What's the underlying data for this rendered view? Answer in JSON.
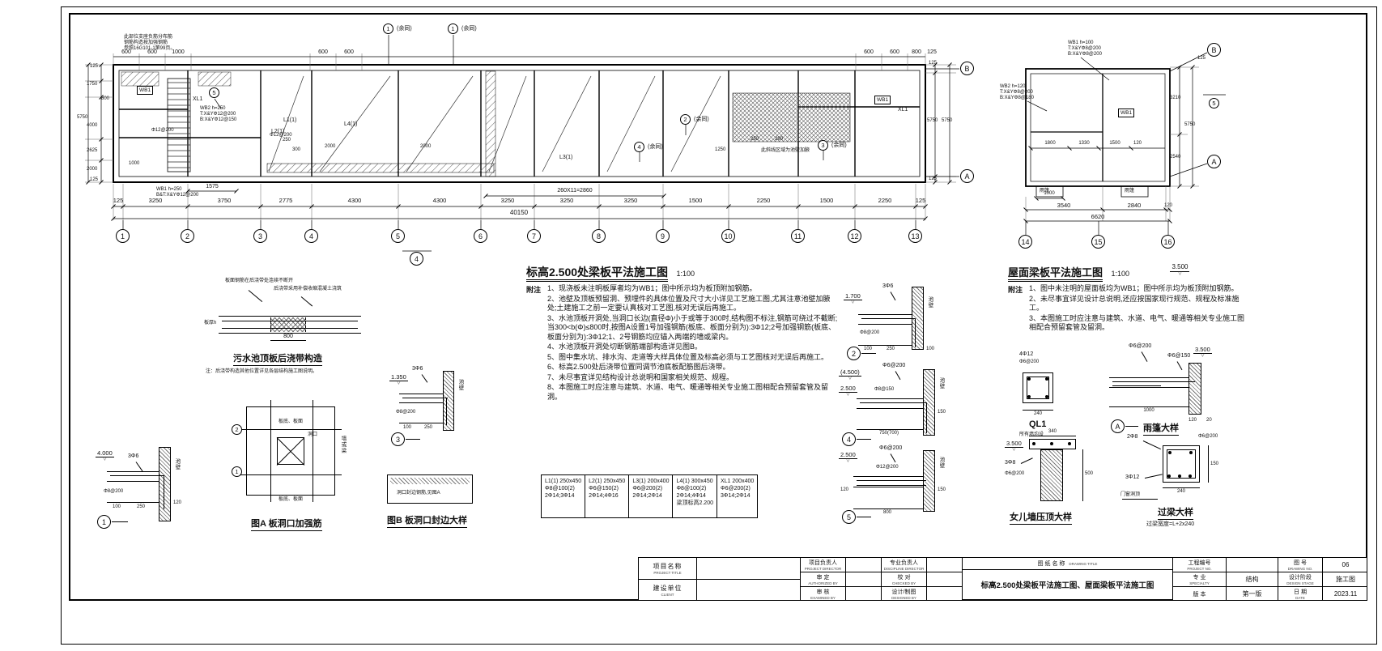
{
  "symbols": {
    "tri": "▽"
  },
  "main_plan": {
    "grids": [
      "1",
      "2",
      "3",
      "4",
      "5",
      "6",
      "7",
      "8",
      "9",
      "10",
      "11",
      "12",
      "13"
    ],
    "row_top": "B",
    "row_bottom": "A",
    "yutong": "(余同)",
    "c1": "1",
    "c2": "2",
    "c3": "3",
    "c4": "4",
    "c5": "5",
    "section": "4",
    "corner_note": [
      "此部位支座负筋分布筋",
      "钢筋构造按加强钢筋",
      "参照16G101-1第99页。"
    ],
    "top_dims": [
      "600",
      "600",
      "1000",
      "600",
      "600",
      "600",
      "600",
      "800",
      "125"
    ],
    "bottom_dims": [
      "125",
      "3250",
      "3750",
      "2775",
      "4300",
      "4300",
      "3250",
      "3250",
      "3250",
      "1500",
      "2250",
      "1500",
      "2250",
      "125"
    ],
    "total_dim": "40150",
    "sub_dim": "260X11=2860",
    "dim_1575": "1575",
    "left_dims": [
      "125",
      "1750",
      "800",
      "5750",
      "4000",
      "2625",
      "2000",
      "125"
    ],
    "right_dims": [
      "125",
      "5750",
      "5750",
      "125"
    ],
    "labels": {
      "xl1_l": "XL1",
      "xl1_r": "XL1",
      "wb1_box": "WB1",
      "wb1_box_r": "WB1",
      "wb2_1": "WB2 h=250",
      "wb2_2": "T:X&YΦ12@200",
      "wb2_3": "B:X&YΦ12@150",
      "rebar_a": "Φ12@200",
      "rebar_b": "Φ12@200",
      "l1": "L1(1)",
      "l2": "L2(1)",
      "l3": "L3(1)",
      "l4": "L4(1)",
      "wb1_n1": "WB1 h=250",
      "wb1_n2": "B&T:X&YΦ12@200",
      "haunch": "此斜线区域为池壁加腋",
      "d250a": "250",
      "d300": "300",
      "d2000a": "2000",
      "d2000b": "2000",
      "d250b": "250",
      "d290": "290",
      "d1250": "1250",
      "d1000": "1000"
    }
  },
  "roof_plan": {
    "grids": [
      "14",
      "15",
      "16"
    ],
    "row_top": "B",
    "row_bottom": "A",
    "c5": "5",
    "wb1_note": [
      "WB1 h=100",
      "T:X&YΦ8@200",
      "B:X&YΦ8@200"
    ],
    "wb2_note": [
      "WB2 h=120",
      "T:X&YΦ8@200",
      "B:X&YΦ8@180"
    ],
    "wb1_box": "WB1",
    "canopy": "雨篷",
    "inner_dims": [
      "1800",
      "1330",
      "1500",
      "120"
    ],
    "canopy_dim": "1000",
    "bottom_dims": [
      "3540",
      "2840",
      "120"
    ],
    "total_dim": "6620",
    "right_dims": [
      "3210",
      "2540",
      "5750",
      "125"
    ]
  },
  "notes_main": {
    "caption": "标高2.500处梁板平法施工图",
    "scale": "1:100",
    "heading": "附注",
    "items": [
      "1、现浇板未注明板厚者均为WB1；图中所示均为板顶附加钢筋。",
      "2、池壁及顶板预留洞、预埋件的具体位置及尺寸大小详见工艺施工图,尤其注意池壁加腋处;土建施工之前一定要认真核对工艺图,核对无误后再施工。",
      "3、水池顶板开洞处,当洞口长边(直径Φ)小于或等于300时,结构图不标注,钢筋可绕过不截断;当300<b(Φ)≤800时,按图A设置1号加强钢筋(板底、板面分别为):3Φ12;2号加强钢筋(板底、板面分别为):3Φ12;1、2号钢筋均应锚入两端的墙或梁内。",
      "4、水池顶板开洞处切断钢筋端部构造详见图B。",
      "5、图中集水坑、排水沟、走道等大样具体位置及标高必须与工艺图核对无误后再施工。",
      "6、标高2.500处后浇带位置同调节池底板配筋图后浇带。",
      "7、未尽事宜详见结构设计总说明和国家相关规范、规程。",
      "8、本图施工时应注意与建筑、水道、电气、暖通等相关专业施工图相配合预留套管及留洞。"
    ]
  },
  "notes_roof": {
    "caption": "屋面梁板平法施工图",
    "scale": "1:100",
    "level": "3.500",
    "heading": "附注",
    "items": [
      "1、图中未注明的屋面板均为WB1；图中所示均为板顶附加钢筋。",
      "2、未尽事宜详见设计总说明,还应按国家现行规范、规程及标准施工。",
      "3、本图施工时应注意与建筑、水道、电气、暖通等相关专业施工图相配合预留套管及留洞。"
    ]
  },
  "beam_schedule": [
    [
      "L1(1) 250x450",
      "Φ8@100(2)",
      "2Φ14;3Φ14"
    ],
    [
      "L2(1) 250x450",
      "Φ6@150(2)",
      "2Φ14;4Φ16"
    ],
    [
      "L3(1) 200x400",
      "Φ6@200(2)",
      "2Φ14;2Φ14"
    ],
    [
      "L4(1) 300x450",
      "Φ8@100(2)",
      "2Φ14;4Φ14",
      "梁顶标高2.200"
    ],
    [
      "XL1 200x400",
      "Φ6@200(2)",
      "3Φ14;2Φ14"
    ]
  ],
  "details": {
    "houjiaodai": {
      "title": "污水池顶板后浇带构造",
      "tip1": "板面钢筋在后浇带处连续不断开",
      "tip2": "后浇带采用补偿收缩混凝土浇筑",
      "slab_label": "板厚h",
      "dim": "800",
      "note": "注：后浇带构造其他位置详见各层结构施工图说明。"
    },
    "tuA": {
      "title": "图A 板洞口加强筋",
      "n1": "1",
      "n2": "2",
      "face1": "板底、板面",
      "face2": "板底、板面",
      "side": "墙或梁",
      "opening": "洞口"
    },
    "tuB": {
      "title": "图B 板洞口封边大样",
      "inner": "洞口封边钢筋,见图A"
    },
    "d1": {
      "num": "1",
      "level": "4.000",
      "bar": "3Φ6",
      "mesh": "Φ8@200",
      "dims": [
        "100",
        "250",
        "120"
      ],
      "wall": "池壁"
    },
    "d2": {
      "num": "2",
      "level": "1.700",
      "bar": "3Φ6",
      "mesh": "Φ8@200",
      "dims": [
        "100",
        "250",
        "100"
      ],
      "wall": "池壁"
    },
    "d3": {
      "num": "3",
      "level": "1.350",
      "bar": "3Φ6",
      "mesh": "Φ8@200",
      "dims": [
        "100",
        "250"
      ],
      "wall": "池壁"
    },
    "d4": {
      "num": "4",
      "level_a": "(4.500)",
      "level_b": "2.500",
      "bar": "Φ6@200",
      "mesh": "Φ8@150",
      "dims": [
        "750(700)",
        "150"
      ],
      "wall": "池壁"
    },
    "d5": {
      "num": "5",
      "level": "2.500",
      "bar": "Φ6@200",
      "mesh": "Φ12@200",
      "dims": [
        "800",
        "150",
        "120"
      ],
      "wall": "池壁"
    },
    "ql1": {
      "title": "QL1",
      "sub": "所有墙均设",
      "bar": "4Φ12",
      "stirrup": "Φ6@200",
      "dim": "240"
    },
    "yupeng": {
      "title": "雨篷大样",
      "mark": "A",
      "level": "3.500",
      "bar1": "Φ6@200",
      "bar2": "Φ6@150",
      "dims": [
        "1000",
        "120",
        "20"
      ]
    },
    "nverqiang": {
      "title": "女儿墙压顶大样",
      "level": "3.500",
      "bar": "3Φ8",
      "stirrup": "Φ6@200",
      "dims": [
        "340",
        "500"
      ]
    },
    "guoliang": {
      "title": "过梁大样",
      "top_bar": "2Φ8",
      "stirrup": "Φ6@200",
      "bottom_bar": "3Φ12",
      "dims": [
        "240",
        "150"
      ],
      "note": "过梁宽度=L+2x240",
      "pos": "门窗洞顶"
    }
  },
  "title_block": {
    "project_title_label": "项目名称",
    "project_title_en": "PROJECT TITLE",
    "client_label": "建设单位",
    "client_en": "CLIENT",
    "pm_label": "项目负责人",
    "pm_en": "PROJECT DIRECTOR",
    "approve_label": "审 定",
    "approve_en": "AUTHORIZED BY",
    "examine_label": "审 核",
    "examine_en": "EXAMINED BY",
    "discipline_label": "专业负责人",
    "discipline_en": "DISCIPLINE DIRECTOR",
    "proof_label": "校 对",
    "proof_en": "CHECKED BY",
    "design_label": "设计/制图",
    "design_en": "DESIGNED BY",
    "drawing_title_label": "图 纸 名 称",
    "drawing_title_en": "DRAWING TITLE",
    "drawing_title_value": "标高2.500处梁板平法施工图、屋面梁板平法施工图",
    "project_no_label": "工程编号",
    "project_no_en": "PROJECT NO.",
    "project_no_value": "",
    "specialty_label": "专 业",
    "specialty_en": "SPECIALTY",
    "specialty_value": "结构",
    "version_label": "版 本",
    "version_value": "第一版",
    "drawing_no_label": "图 号",
    "drawing_no_en": "DRAWING NO.",
    "drawing_no_value": "06",
    "stage_label": "设计阶段",
    "stage_en": "DESIGN STAGE",
    "stage_value": "施工图",
    "date_label": "日 期",
    "date_en": "DATE",
    "date_value": "2023.11"
  }
}
